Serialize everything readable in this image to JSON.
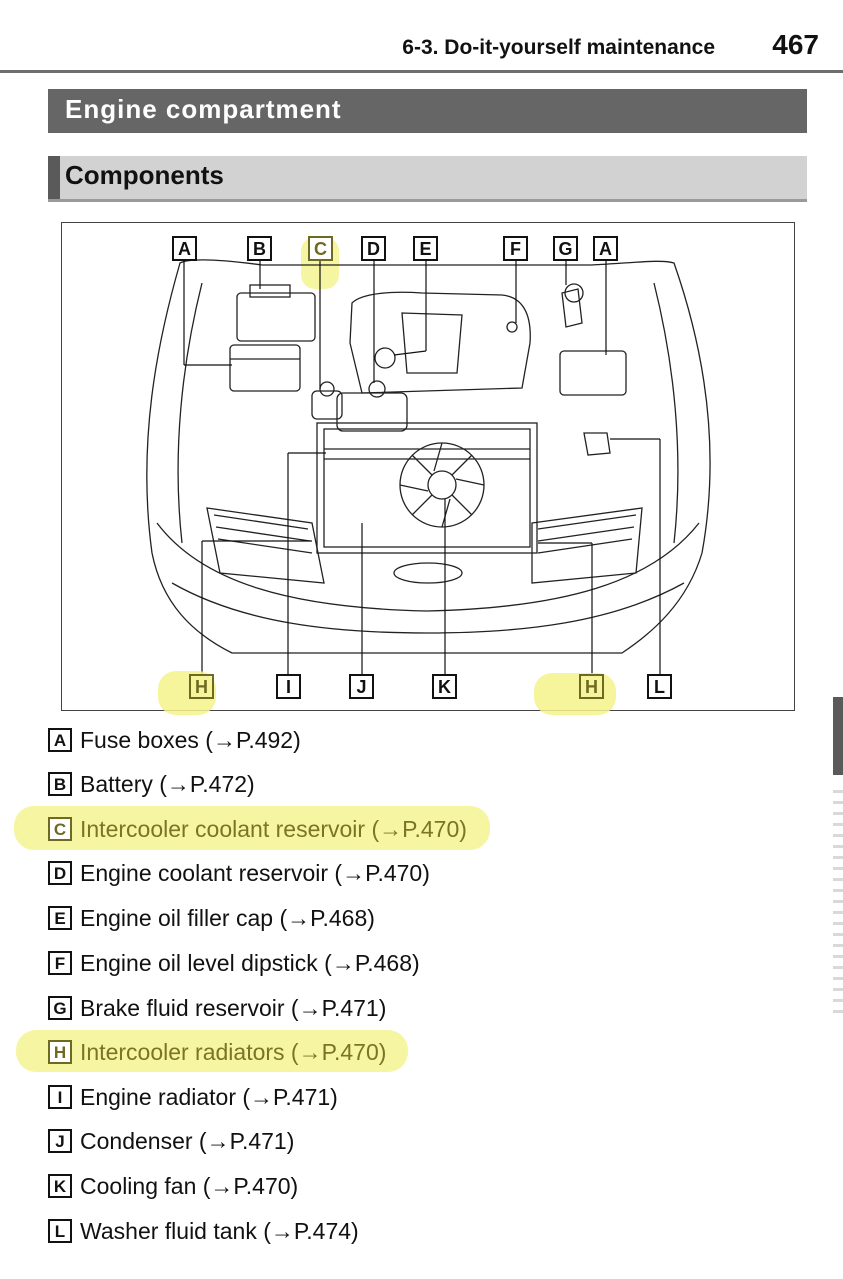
{
  "header": {
    "section": "6-3. Do-it-yourself maintenance",
    "page_number": "467"
  },
  "title": "Engine compartment",
  "subtitle": "Components",
  "figure": {
    "callouts_top": [
      "A",
      "B",
      "C",
      "D",
      "E",
      "F",
      "G",
      "A"
    ],
    "callouts_bottom": [
      "H",
      "I",
      "J",
      "K",
      "H",
      "L"
    ],
    "highlighted": [
      "C",
      "H"
    ]
  },
  "legend": [
    {
      "key": "A",
      "label": "Fuse boxes (→P.492)"
    },
    {
      "key": "B",
      "label": "Battery (→P.472)"
    },
    {
      "key": "C",
      "label": "Intercooler coolant reservoir (→P.470)"
    },
    {
      "key": "D",
      "label": "Engine coolant reservoir (→P.470)"
    },
    {
      "key": "E",
      "label": "Engine oil filler cap (→P.468)"
    },
    {
      "key": "F",
      "label": "Engine oil level dipstick (→P.468)"
    },
    {
      "key": "G",
      "label": "Brake fluid reservoir (→P.471)"
    },
    {
      "key": "H",
      "label": "Intercooler radiators (→P.470)"
    },
    {
      "key": "I",
      "label": "Engine radiator (→P.471)"
    },
    {
      "key": "J",
      "label": "Condenser (→P.471)"
    },
    {
      "key": "K",
      "label": "Cooling fan (→P.470)"
    },
    {
      "key": "L",
      "label": "Washer fluid tank (→P.474)"
    }
  ],
  "colors": {
    "title_bar": "#666666",
    "subtitle_bar": "#d2d2d2",
    "highlighter": "#f4f38a",
    "highlighted_text": "#7b7427"
  }
}
